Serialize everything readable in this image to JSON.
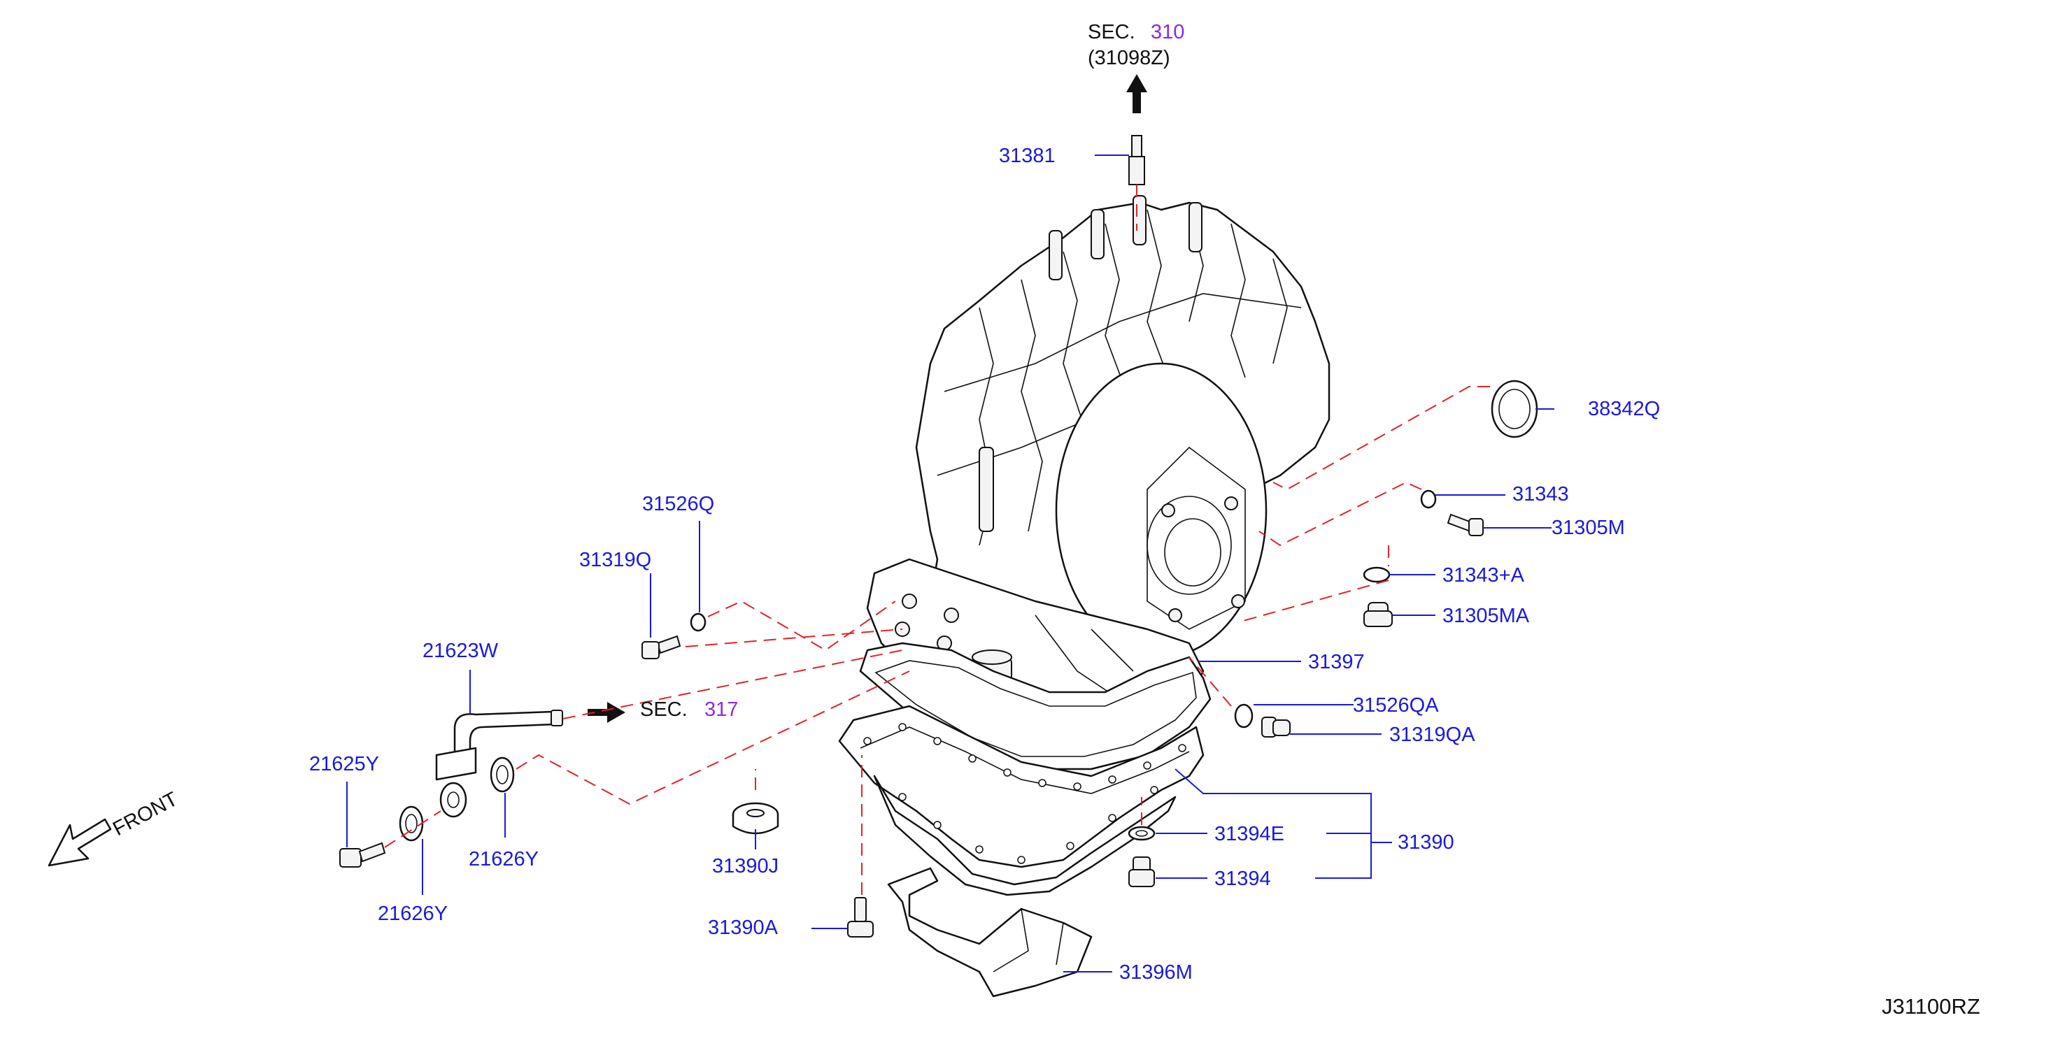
{
  "diagram_id": "J31100RZ",
  "front_label": "FRONT",
  "sec_top": {
    "sec": "SEC.",
    "num": "310",
    "ref": "(31098Z)"
  },
  "sec_left": {
    "sec": "SEC.",
    "num": "317"
  },
  "parts": {
    "p31381": "31381",
    "p38342Q": "38342Q",
    "p31343": "31343",
    "p31305M": "31305M",
    "p31343A": "31343+A",
    "p31305MA": "31305MA",
    "p31526Q": "31526Q",
    "p31319Q": "31319Q",
    "p21623W": "21623W",
    "p21625Y": "21625Y",
    "p21626Y_a": "21626Y",
    "p21626Y_b": "21626Y",
    "p31397": "31397",
    "p31526QA": "31526QA",
    "p31319QA": "31319QA",
    "p31390J": "31390J",
    "p31394E": "31394E",
    "p31390": "31390",
    "p31394": "31394",
    "p31390A": "31390A",
    "p31396M": "31396M"
  },
  "colors": {
    "label": "#1a1adc",
    "dashed_line": "#e0232b",
    "sec_number": "#8a2be2",
    "ink": "#111111"
  }
}
